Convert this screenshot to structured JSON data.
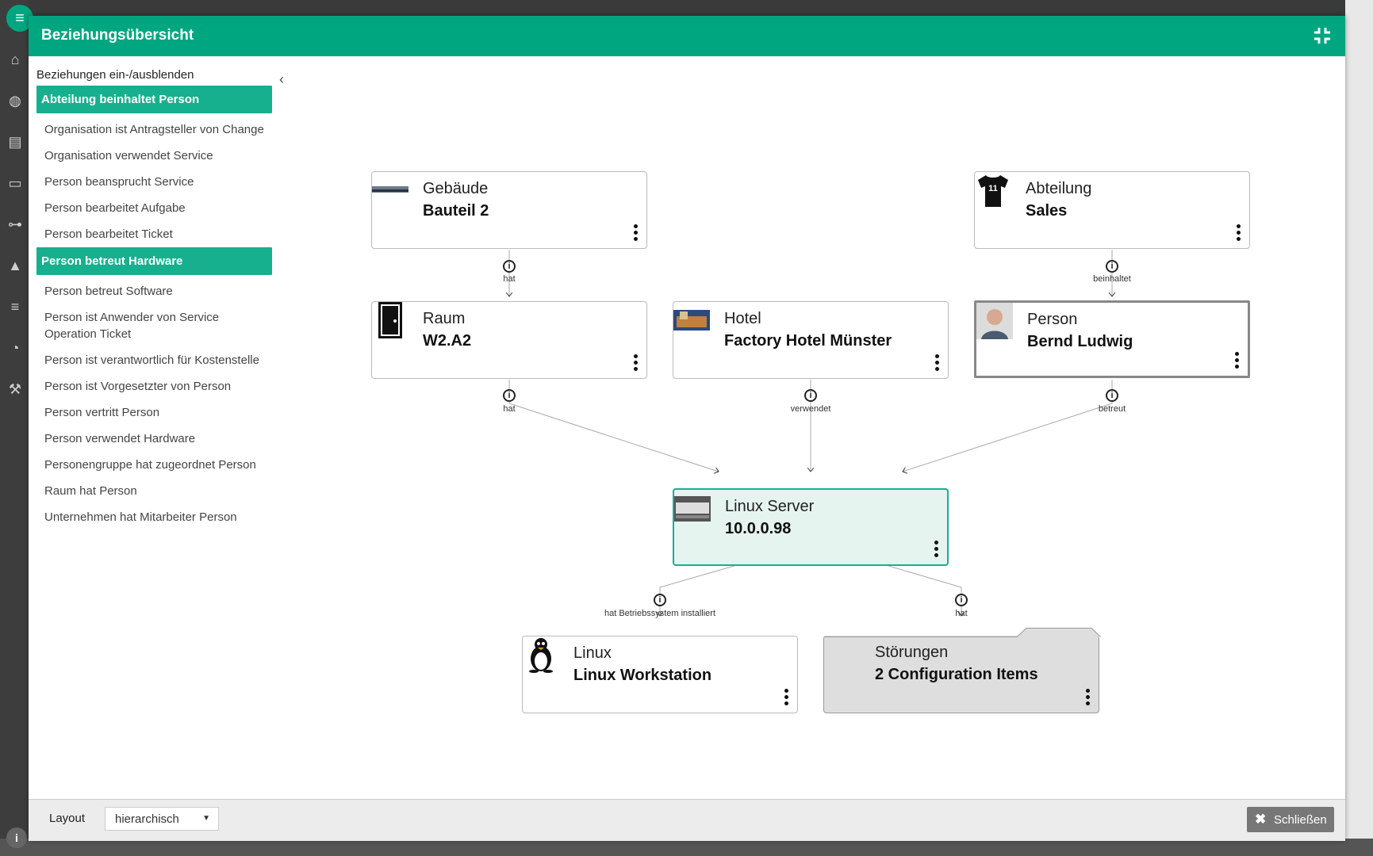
{
  "dialog": {
    "title": "Beziehungsübersicht"
  },
  "relations": {
    "heading": "Beziehungen ein-/ausblenden",
    "items": [
      {
        "label": "Abteilung beinhaltet Person",
        "active": true
      },
      {
        "label": "Organisation ist Antragsteller von Change",
        "active": false
      },
      {
        "label": "Organisation verwendet Service",
        "active": false
      },
      {
        "label": "Person beansprucht Service",
        "active": false
      },
      {
        "label": "Person bearbeitet Aufgabe",
        "active": false
      },
      {
        "label": "Person bearbeitet Ticket",
        "active": false
      },
      {
        "label": "Person betreut Hardware",
        "active": true
      },
      {
        "label": "Person betreut Software",
        "active": false
      },
      {
        "label": "Person ist Anwender von Service Operation Ticket",
        "active": false
      },
      {
        "label": "Person ist verantwortlich für Kostenstelle",
        "active": false
      },
      {
        "label": "Person ist Vorgesetzter von Person",
        "active": false
      },
      {
        "label": "Person vertritt Person",
        "active": false
      },
      {
        "label": "Person verwendet Hardware",
        "active": false
      },
      {
        "label": "Personengruppe hat zugeordnet Person",
        "active": false
      },
      {
        "label": "Raum hat Person",
        "active": false
      },
      {
        "label": "Unternehmen hat Mitarbeiter Person",
        "active": false
      }
    ]
  },
  "nodes": {
    "gebaeude": {
      "type": "Gebäude",
      "name": "Bauteil 2"
    },
    "abteilung": {
      "type": "Abteilung",
      "name": "Sales"
    },
    "raum": {
      "type": "Raum",
      "name": "W2.A2"
    },
    "hotel": {
      "type": "Hotel",
      "name": "Factory Hotel Münster"
    },
    "person": {
      "type": "Person",
      "name": "Bernd Ludwig"
    },
    "server": {
      "type": "Linux Server",
      "name": "10.0.0.98"
    },
    "linux": {
      "type": "Linux",
      "name": "Linux Workstation"
    },
    "stoerungen": {
      "type": "Störungen",
      "name": "2 Configuration Items"
    }
  },
  "edges": {
    "gebaeude_raum": "hat",
    "abteilung_person": "beinhaltet",
    "raum_server": "hat",
    "hotel_server": "verwendet",
    "person_server": "betreut",
    "server_linux": "hat Betriebssystem installiert",
    "server_stoerungen": "hat"
  },
  "footer": {
    "layout_label": "Layout",
    "layout_value": "hierarchisch",
    "close_label": "Schließen"
  },
  "colors": {
    "accent": "#00a680",
    "active_item": "#17b08e",
    "center_node_bg": "#e6f4f0"
  }
}
